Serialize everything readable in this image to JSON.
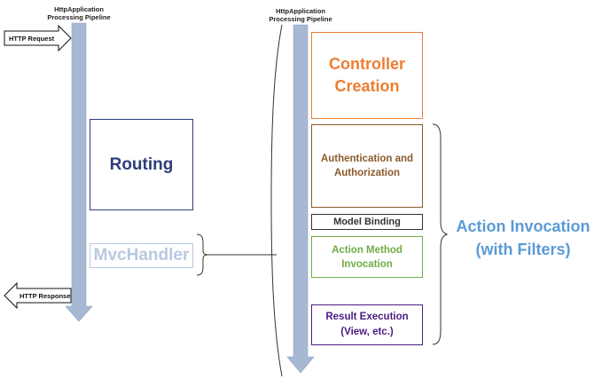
{
  "left_pipeline": {
    "title_line1": "HttpApplication",
    "title_line2": "Processing Pipeline"
  },
  "right_pipeline": {
    "title_line1": "HttpApplication",
    "title_line2": "Processing Pipeline"
  },
  "http_request_label": "HTTP Request",
  "http_response_label": "HTTP Response",
  "routing_label": "Routing",
  "mvchandler_label": "MvcHandler",
  "controller_creation": {
    "line1": "Controller",
    "line2": "Creation"
  },
  "auth": {
    "line1": "Authentication and",
    "line2": "Authorization"
  },
  "model_binding_label": "Model Binding",
  "action_method": {
    "line1": "Action Method",
    "line2": "Invocation"
  },
  "result_execution": {
    "line1": "Result Execution",
    "line2": "(View, etc.)"
  },
  "action_invocation": {
    "line1": "Action Invocation",
    "line2": "(with Filters)"
  },
  "colors": {
    "pipeline_arrow": "#a7b8d3",
    "routing": "#2f3d7a",
    "mvchandler": "#b8c9e0",
    "controller": "#ed7d31",
    "auth": "#8b5a2b",
    "model_binding": "#333333",
    "action_method": "#70ad47",
    "result_execution": "#4b1c80",
    "action_invocation": "#5b9bd5"
  }
}
